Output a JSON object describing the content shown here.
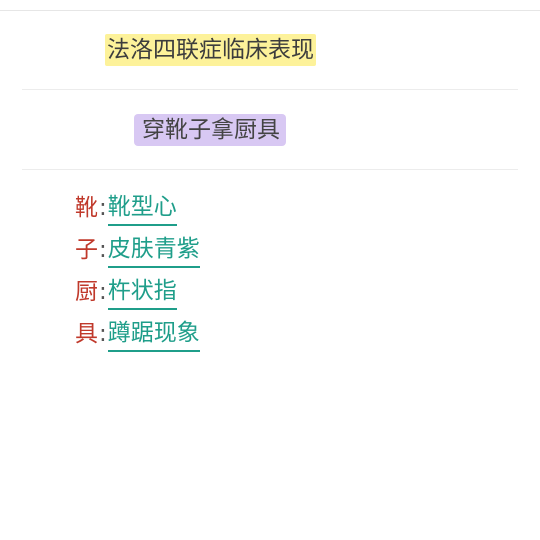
{
  "title": "法洛四联症临床表现",
  "mnemonic": "穿靴子拿厨具",
  "separator": ":",
  "items": [
    {
      "key": "靴",
      "meaning": "靴型心"
    },
    {
      "key": "子",
      "meaning": "皮肤青紫"
    },
    {
      "key": "厨",
      "meaning": "杵状指"
    },
    {
      "key": "具",
      "meaning": "蹲踞现象"
    }
  ],
  "colors": {
    "title_highlight": "#fdf29a",
    "mnemonic_highlight": "#d8c8f3",
    "key_text": "#c0392b",
    "meaning_text": "#1f9e8a"
  }
}
